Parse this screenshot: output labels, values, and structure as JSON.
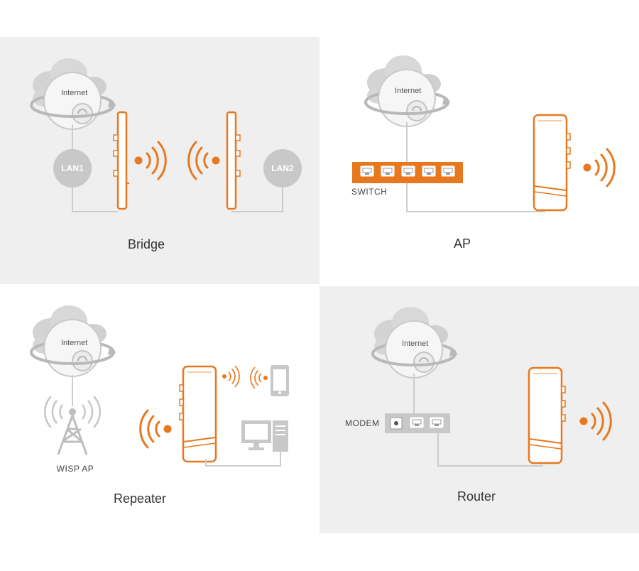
{
  "colors": {
    "accent": "#e8781e",
    "panel_gray": "#efefef",
    "device_gray": "#c8c8c8",
    "line_gray": "#cfcfcf"
  },
  "labels": {
    "internet": "Internet",
    "bridge": {
      "caption": "Bridge",
      "lan1": "LAN1",
      "lan2": "LAN2"
    },
    "ap": {
      "caption": "AP",
      "switch": "SWITCH"
    },
    "repeater": {
      "caption": "Repeater",
      "wisp": "WISP AP"
    },
    "router": {
      "caption": "Router",
      "modem": "MODEM"
    }
  },
  "icons": [
    "cloud-icon",
    "globe-icon",
    "cpe-device-icon",
    "wifi-signal-icon",
    "switch-icon",
    "modem-icon",
    "tower-icon",
    "phone-icon",
    "desktop-pc-icon"
  ]
}
